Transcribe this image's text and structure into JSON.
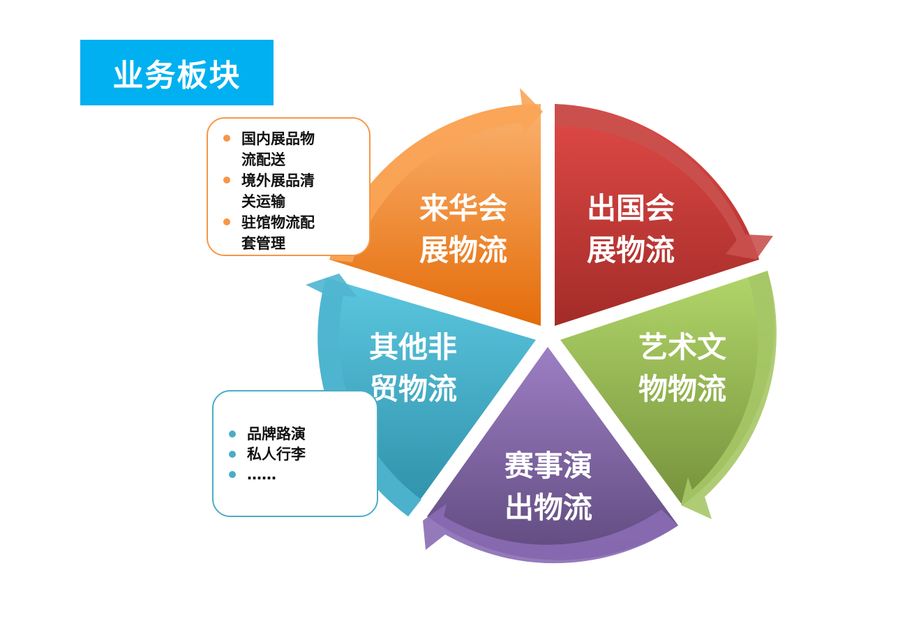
{
  "title": "业务板块",
  "segments": [
    {
      "id": "incoming",
      "line1": "来华会",
      "line2": "展物流",
      "color": "#f79646"
    },
    {
      "id": "outgoing",
      "line1": "出国会",
      "line2": "展物流",
      "color": "#c0504d"
    },
    {
      "id": "art",
      "line1": "艺术文",
      "line2": "物物流",
      "color": "#9bbb59"
    },
    {
      "id": "events",
      "line1": "赛事演",
      "line2": "出物流",
      "color": "#8064a2"
    },
    {
      "id": "other",
      "line1": "其他非",
      "line2": "贸物流",
      "color": "#4bacc6"
    }
  ],
  "callout_incoming": {
    "items": [
      "国内展品物流配送",
      "境外展品清关运输",
      "驻馆物流配套管理"
    ]
  },
  "callout_other": {
    "items": [
      "品牌路演",
      "私人行李",
      "……"
    ]
  }
}
